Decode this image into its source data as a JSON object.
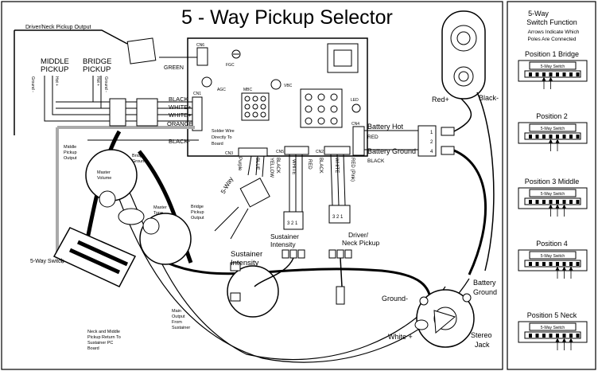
{
  "title": "5 - Way Pickup Selector",
  "labels": {
    "driver_neck_output": "Driver/Neck Pickup Output",
    "middle_pickup": [
      "MIDDLE",
      "PICKUP"
    ],
    "bridge_pickup": [
      "BRIDGE",
      "PICKUP"
    ],
    "hot": "Hot +",
    "ground": "Ground -",
    "green": "GREEN",
    "black": "BLACK",
    "white_plus": "WHITE+",
    "white_plus2": "WHITE+",
    "orange": "ORANGE",
    "black_dash": "BLACK-",
    "solder_note": [
      "Solder Wire",
      "Directly To",
      "Board"
    ],
    "middle_output": [
      "Middle",
      "Pickup",
      "Output"
    ],
    "bridge_ground": [
      "Bridge",
      "Ground"
    ],
    "master_volume": [
      "Master",
      "Volume"
    ],
    "master_tone": [
      "Master",
      "Tone"
    ],
    "bridge_output": [
      "Bridge",
      "Pickup",
      "Output"
    ],
    "purple": "Purple",
    "blue": "BLUE",
    "yellow": "YELLOW",
    "five_way": "5-Way",
    "black_cn5": "BLACK",
    "white_cn5": "WHITE",
    "red_cn5": "RED",
    "black_cn2": "BLACK",
    "white_cn2": "WHITE",
    "red_pink": "RED (Pink)",
    "sustainer_intensity": [
      "Sustainer",
      "Intensity"
    ],
    "sustainer_intensity_pot": [
      "Sustainer",
      "Intensity"
    ],
    "driver_neck_pickup": [
      "Driver/",
      "Neck Pickup"
    ],
    "five_way_switch": "5-Way Switch",
    "neck_middle_return": [
      "Neck and Middle",
      "Pickup Return To",
      "Sustainer PC",
      "Board"
    ],
    "main_output": [
      "Main",
      "Output",
      "From",
      "Sustainer"
    ],
    "battery_hot": "Battery Hot",
    "red": "RED",
    "battery_ground": "Battery Ground",
    "black_batt": "BLACK",
    "red_plus": "Red+",
    "black_minus": "Black-",
    "ground_minus": "Ground-",
    "battery_ground_jack": [
      "Battery",
      "Ground"
    ],
    "white_plus_jack": "White +",
    "stereo_jack": [
      "Stereo",
      "Jack"
    ],
    "board": {
      "cn6": "CN6",
      "cn1": "CN1",
      "cn3": "CN3",
      "cn5": "CN5",
      "cn2": "CN2",
      "cn4": "CN4",
      "fgc": "FGC",
      "agc": "AGC",
      "mbc": "MBC",
      "vbc": "VBC",
      "led": "LED"
    }
  },
  "sidebar": {
    "title": [
      "5-Way",
      "Switch Function"
    ],
    "subtitle": [
      "Arrows Indicate Which",
      "Poles Are Connected"
    ],
    "switch_label": "5-Way Switch",
    "positions": [
      "Position 1 Bridge",
      "Position 2",
      "Position 3 Middle",
      "Position 4",
      "Position 5 Neck"
    ],
    "position_arrows": [
      [
        2,
        3
      ],
      [
        3,
        4
      ],
      [
        3,
        4,
        5
      ],
      [
        4,
        5,
        6
      ],
      [
        4,
        5,
        6
      ]
    ]
  }
}
